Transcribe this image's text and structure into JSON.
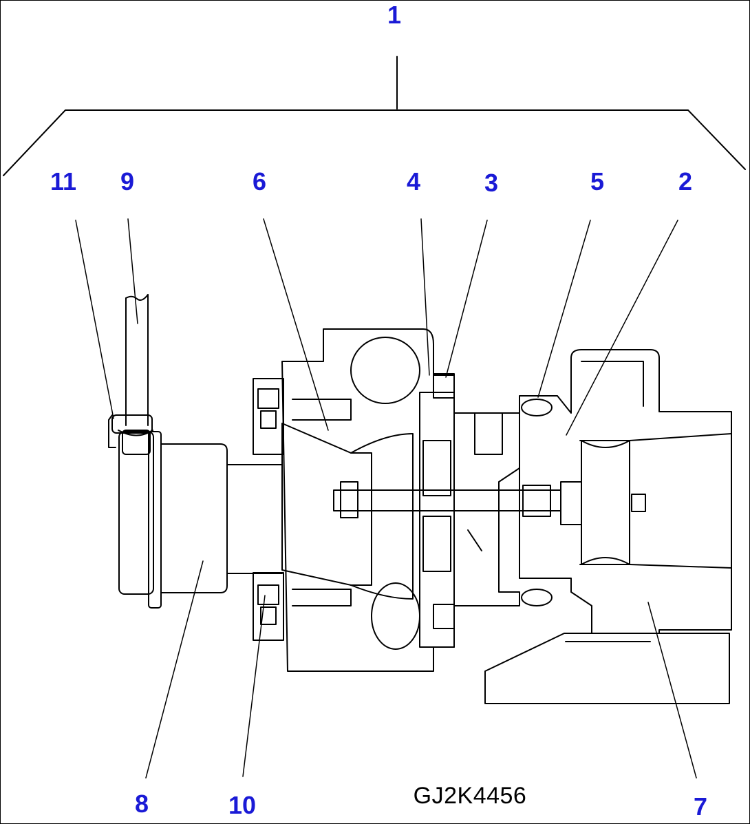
{
  "diagram": {
    "drawing_code": "GJ2K4456",
    "callout_color": "#1a1ad6",
    "line_color": "#000000",
    "callouts": [
      {
        "id": "c1",
        "label": "1"
      },
      {
        "id": "c2",
        "label": "2"
      },
      {
        "id": "c3",
        "label": "3"
      },
      {
        "id": "c4",
        "label": "4"
      },
      {
        "id": "c5",
        "label": "5"
      },
      {
        "id": "c6",
        "label": "6"
      },
      {
        "id": "c7",
        "label": "7"
      },
      {
        "id": "c8",
        "label": "8"
      },
      {
        "id": "c9",
        "label": "9"
      },
      {
        "id": "c10",
        "label": "10"
      },
      {
        "id": "c11",
        "label": "11"
      }
    ]
  }
}
